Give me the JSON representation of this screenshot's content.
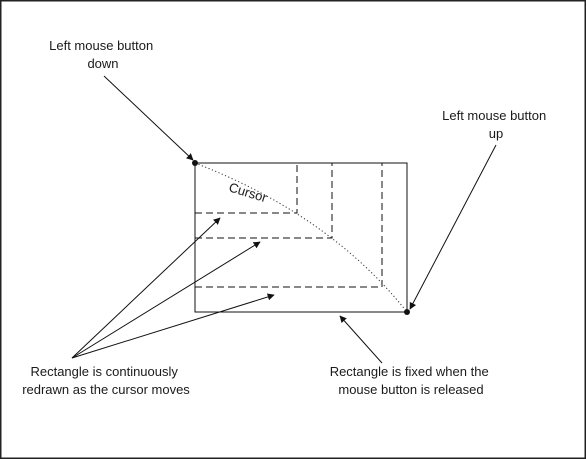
{
  "labels": {
    "mouse_down": [
      "Left mouse button",
      "down"
    ],
    "mouse_up": [
      "Left mouse button",
      "up"
    ],
    "cursor": "Cursor",
    "redrawn": [
      "Rectangle is continuously",
      "redrawn as the cursor moves"
    ],
    "fixed": [
      "Rectangle is fixed when the",
      "mouse button is released"
    ]
  },
  "colors": {
    "line": "#111111",
    "border": "#222222"
  }
}
